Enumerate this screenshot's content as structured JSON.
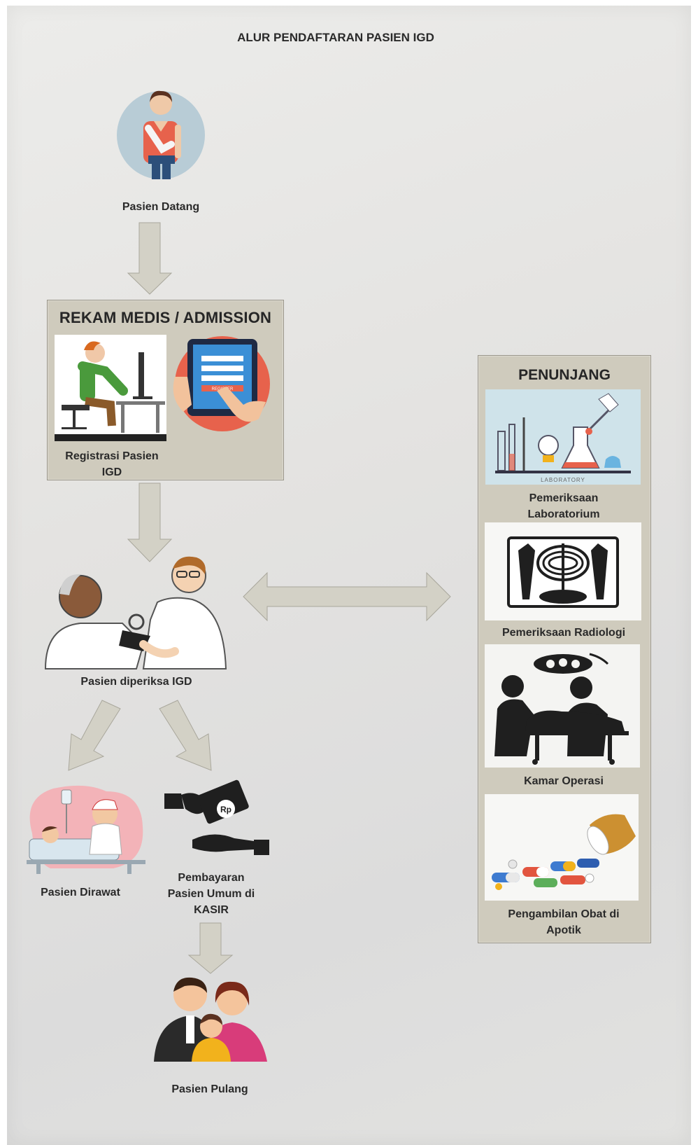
{
  "title": "ALUR PENDAFTARAN PASIEN IGD",
  "steps": {
    "arrive": "Pasien Datang",
    "admission_title": "REKAM MEDIS / ADMISSION",
    "registration": "Registrasi Pasien\nIGD",
    "register_button": "REGISTER",
    "examined": "Pasien diperiksa IGD",
    "treated": "Pasien Dirawat",
    "payment": "Pembayaran\nPasien Umum di\nKASIR",
    "payment_symbol": "Rp",
    "home": "Pasien Pulang"
  },
  "support": {
    "title": "PENUNJANG",
    "lab_caption": "LABORATORY",
    "items": [
      "Pemeriksaan\nLaboratorium",
      "Pemeriksaan Radiologi",
      "Kamar Operasi",
      "Pengambilan Obat di\nApotik"
    ]
  },
  "colors": {
    "box_fill": "#cfcbbd",
    "arrow_fill": "#d3d1c6",
    "text": "#2a2a2a"
  }
}
